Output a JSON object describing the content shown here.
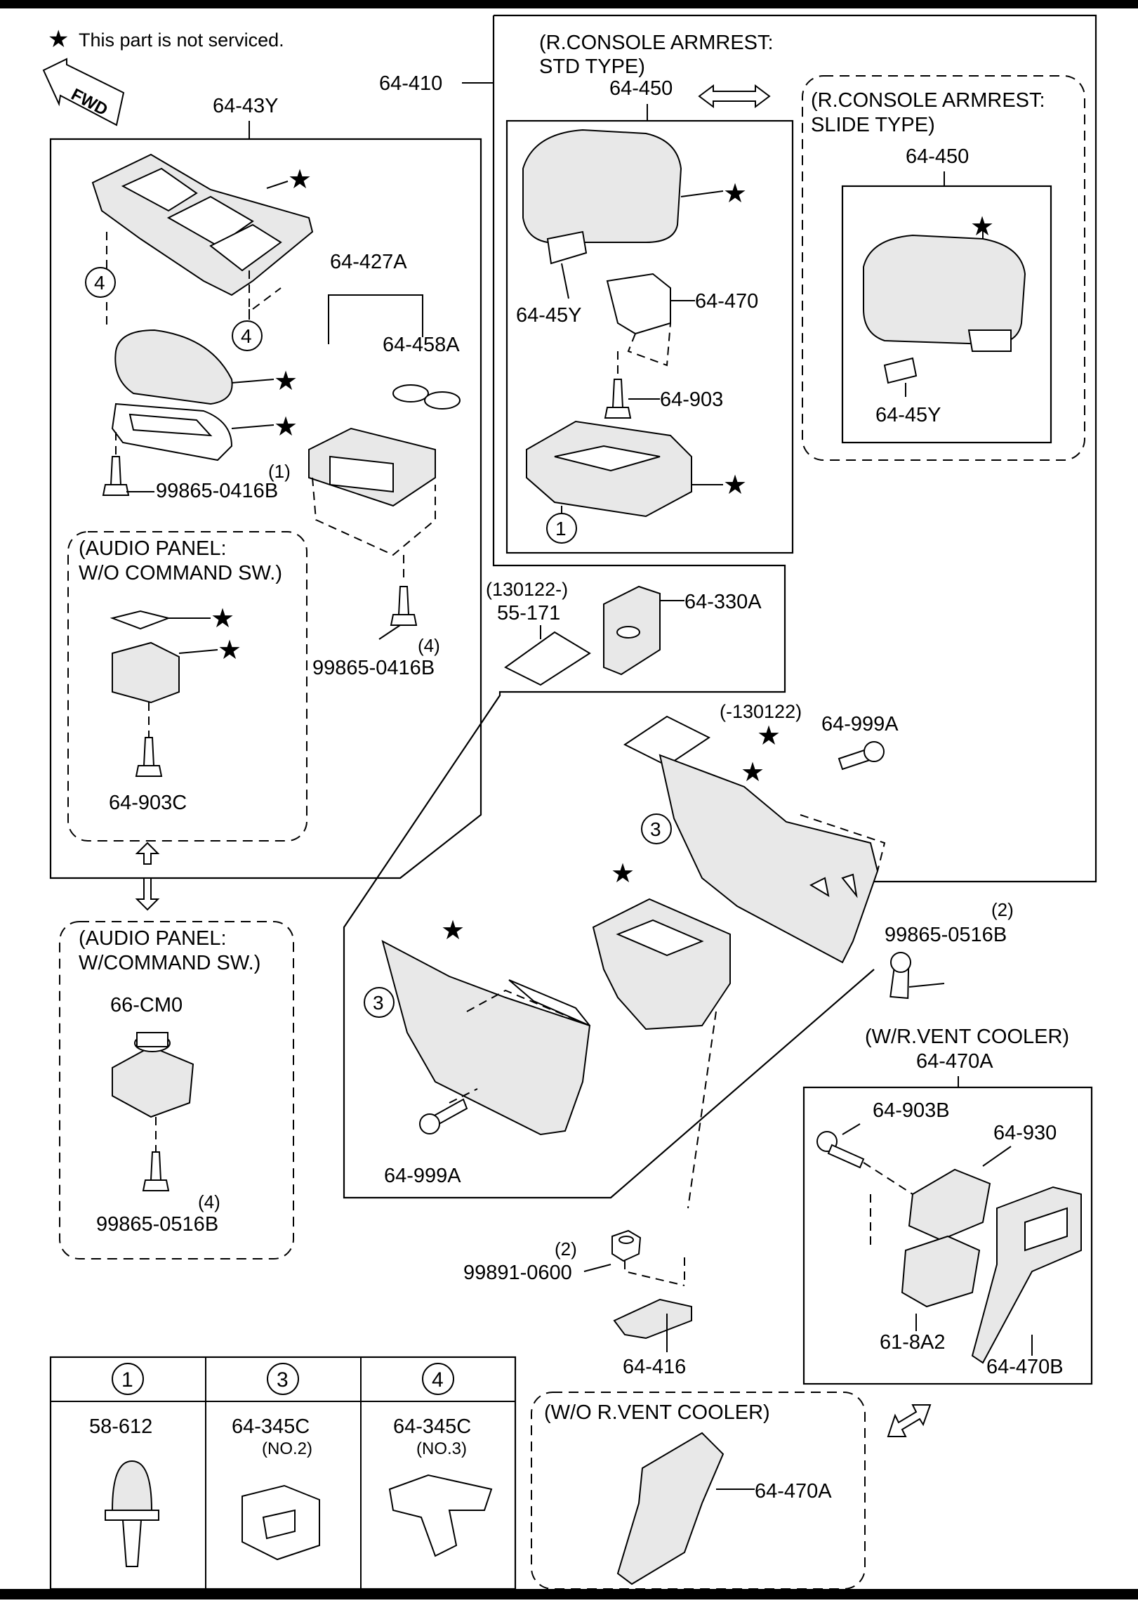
{
  "legend": {
    "star": "★",
    "note": "This part is not serviced."
  },
  "fwd": "FWD",
  "labels": {
    "p64_43Y": "64-43Y",
    "p64_410": "64-410",
    "armrest_std": [
      "(R.CONSOLE ARMREST:",
      "STD TYPE)"
    ],
    "p64_450_std": "64-450",
    "armrest_slide": [
      "(R.CONSOLE ARMREST:",
      "SLIDE TYPE)"
    ],
    "p64_450_slide": "64-450",
    "p64_45Y_std": "64-45Y",
    "p64_470": "64-470",
    "p64_903": "64-903",
    "p64_45Y_slide": "64-45Y",
    "p64_427A": "64-427A",
    "p64_458A": "64-458A",
    "q1_top": "(1)",
    "bolt_0416_top": "99865-0416B",
    "audio_wo": [
      "(AUDIO PANEL:",
      "W/O COMMAND SW.)"
    ],
    "bolt_0416_mid": "99865-0416B",
    "q4_mid": "(4)",
    "p64_903C": "64-903C",
    "date_after": "(130122-)",
    "p55_171": "55-171",
    "p64_330A": "64-330A",
    "date_before": "(-130122)",
    "p64_999A_top": "64-999A",
    "audio_w": [
      "(AUDIO PANEL:",
      "W/COMMAND SW.)"
    ],
    "p66_CM0": "66-CM0",
    "q4_low": "(4)",
    "bolt_0516_low": "99865-0516B",
    "q2_right": "(2)",
    "bolt_0516_right": "99865-0516B",
    "vent_w": "(W/R.VENT COOLER)",
    "p64_470A": "64-470A",
    "p64_903B": "64-903B",
    "p64_930": "64-930",
    "p61_8A2": "61-8A2",
    "p64_470B": "64-470B",
    "p64_999A_low": "64-999A",
    "q2_nut": "(2)",
    "nut_0600": "99891-0600",
    "p64_416": "64-416",
    "vent_wo": "(W/O R.VENT COOLER)",
    "p64_470A_wo": "64-470A"
  },
  "callouts": {
    "c1": "1",
    "c3": "3",
    "c4": "4"
  },
  "table": {
    "headers": [
      "1",
      "3",
      "4"
    ],
    "parts": [
      "58-612",
      "64-345C",
      "64-345C"
    ],
    "subs": [
      "",
      "(NO.2)",
      "(NO.3)"
    ]
  }
}
